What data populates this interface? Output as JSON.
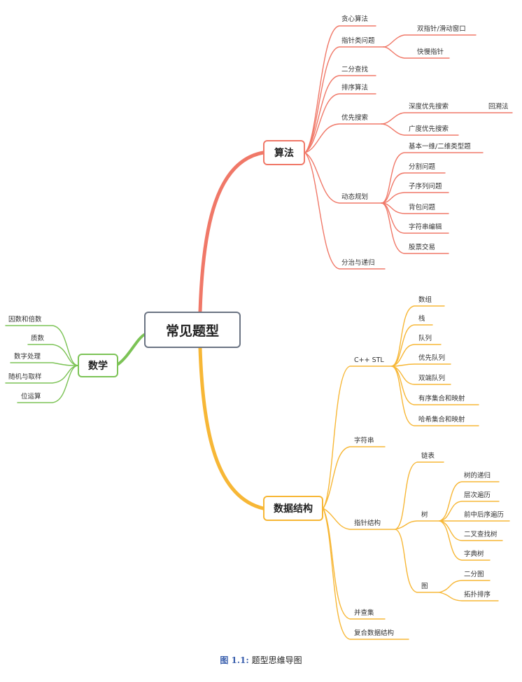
{
  "colors": {
    "algo": "#f07868",
    "ds": "#f7b736",
    "math": "#7cc356",
    "central_border": "#6b7483"
  },
  "central": "常见题型",
  "algo": {
    "title": "算法",
    "greedy": "贪心算法",
    "pointer": "指针类问题",
    "two_pointer": "双指针/滑动窗口",
    "fast_slow": "快慢指针",
    "binary_search": "二分查找",
    "sort": "排序算法",
    "search": "优先搜索",
    "dfs": "深度优先搜索",
    "backtrack": "回溯法",
    "bfs": "广度优先搜索",
    "dp": "动态规划",
    "dp_basic": "基本一维/二维类型题",
    "dp_split": "分割问题",
    "dp_subseq": "子序列问题",
    "dp_knapsack": "背包问题",
    "dp_edit": "字符串编辑",
    "dp_stock": "股票交易",
    "divide": "分治与递归"
  },
  "ds": {
    "title": "数据结构",
    "stl": "C++ STL",
    "array": "数组",
    "stack": "栈",
    "queue": "队列",
    "pq": "优先队列",
    "deque": "双端队列",
    "ordered": "有序集合和映射",
    "hash": "哈希集合和映射",
    "string": "字符串",
    "pointer_struct": "指针结构",
    "list": "链表",
    "tree": "树",
    "tree_rec": "树的递归",
    "tree_level": "层次遍历",
    "tree_order": "前中后序遍历",
    "bst": "二叉查找树",
    "trie": "字典树",
    "graph": "图",
    "bipartite": "二分图",
    "topo": "拓扑排序",
    "union_find": "并查集",
    "composite": "复合数据结构"
  },
  "math": {
    "title": "数学",
    "factor": "因数和倍数",
    "prime": "质数",
    "digit": "数字处理",
    "random": "随机与取样",
    "bit": "位运算"
  },
  "caption": {
    "label": "图 1.1:",
    "text": " 题型思维导图"
  }
}
